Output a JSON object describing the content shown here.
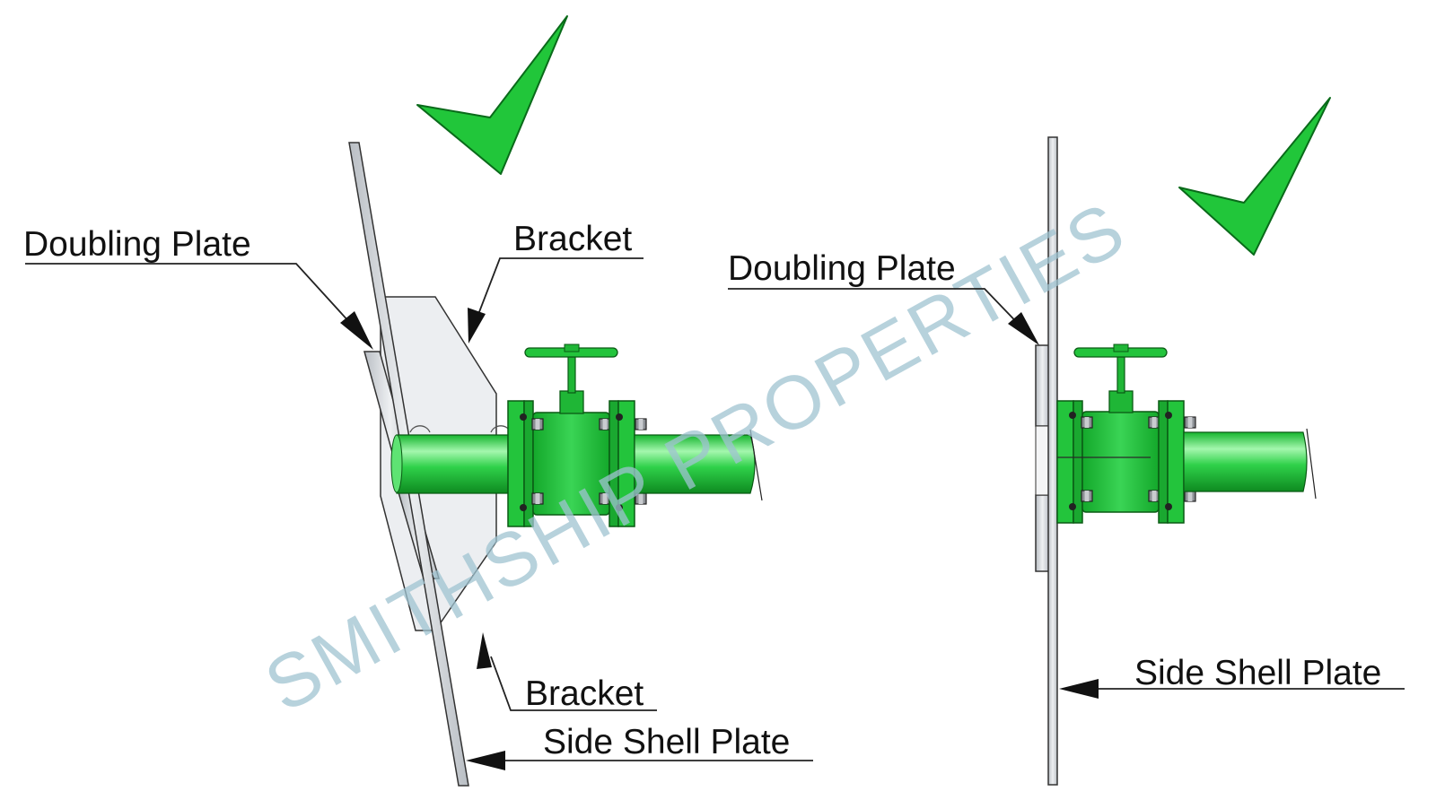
{
  "labels": {
    "left_doubling_plate": "Doubling Plate",
    "left_bracket_top": "Bracket",
    "left_bracket_bottom": "Bracket",
    "left_side_shell_plate": "Side Shell Plate",
    "right_doubling_plate": "Doubling Plate",
    "right_side_shell_plate": "Side Shell Plate"
  },
  "watermark": "SMITHSHIP PROPERTIES",
  "colors": {
    "green": "#21c63a",
    "green_light": "#8ff29a",
    "green_dark": "#0e8a20",
    "plate_gray": "#d3d7dc",
    "bracket_fill": "#eceef1",
    "watermark": "#9fc3d0",
    "line": "#222222"
  },
  "icons": [
    "check-mark-icon",
    "check-mark-icon"
  ]
}
